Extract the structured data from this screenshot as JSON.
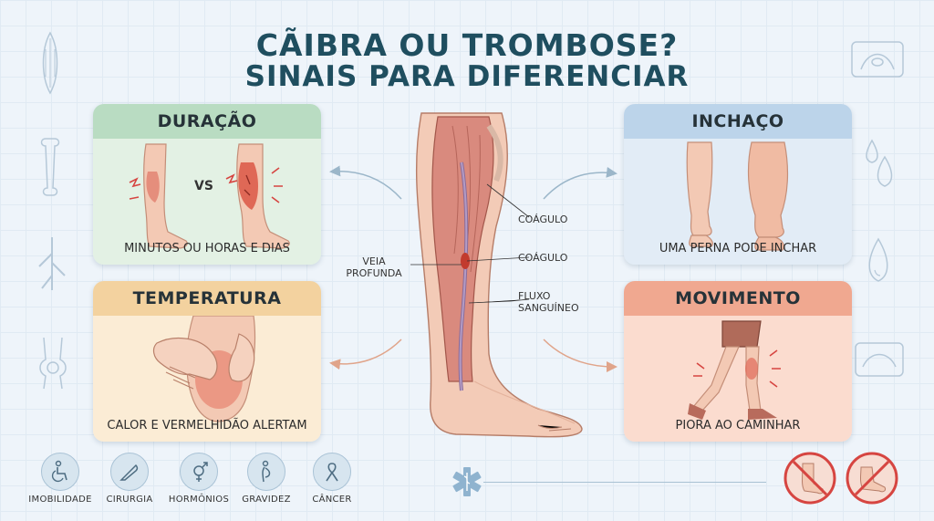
{
  "title": {
    "line1": "CÃIBRA OU TROMBOSE?",
    "line2": "SINAIS PARA DIFERENCIAR"
  },
  "cards": {
    "duracao": {
      "heading": "DURAÇÃO",
      "vs": "VS",
      "caption": "MINUTOS OU HORAS E DIAS"
    },
    "temperatura": {
      "heading": "TEMPERATURA",
      "caption": "CALOR E VERMELHIDÃO ALERTAM"
    },
    "inchaco": {
      "heading": "INCHAÇO",
      "caption": "UMA PERNA PODE INCHAR"
    },
    "movimento": {
      "heading": "MOVIMENTO",
      "caption": "PIORA AO CAMINHAR"
    }
  },
  "leg_labels": {
    "coagulo_1": "COÁGULO",
    "coagulo_2": "COÁGULO",
    "veia_profunda": "VEIA\nPROFUNDA",
    "fluxo": "FLUXO\nSANGUÍNEO"
  },
  "risk_factors": [
    {
      "label": "IMOBILIDADE",
      "icon": "wheelchair-icon"
    },
    {
      "label": "CIRURGIA",
      "icon": "scalpel-icon"
    },
    {
      "label": "HORMÔNIOS",
      "icon": "hormone-symbol-icon"
    },
    {
      "label": "GRAVIDEZ",
      "icon": "pregnancy-icon"
    },
    {
      "label": "CÂNCER",
      "icon": "ribbon-icon"
    }
  ],
  "colors": {
    "title": "#1f4e5f",
    "muscle": "#d98a7e",
    "skin": "#f3c9b4",
    "alert_red": "#d64541"
  }
}
